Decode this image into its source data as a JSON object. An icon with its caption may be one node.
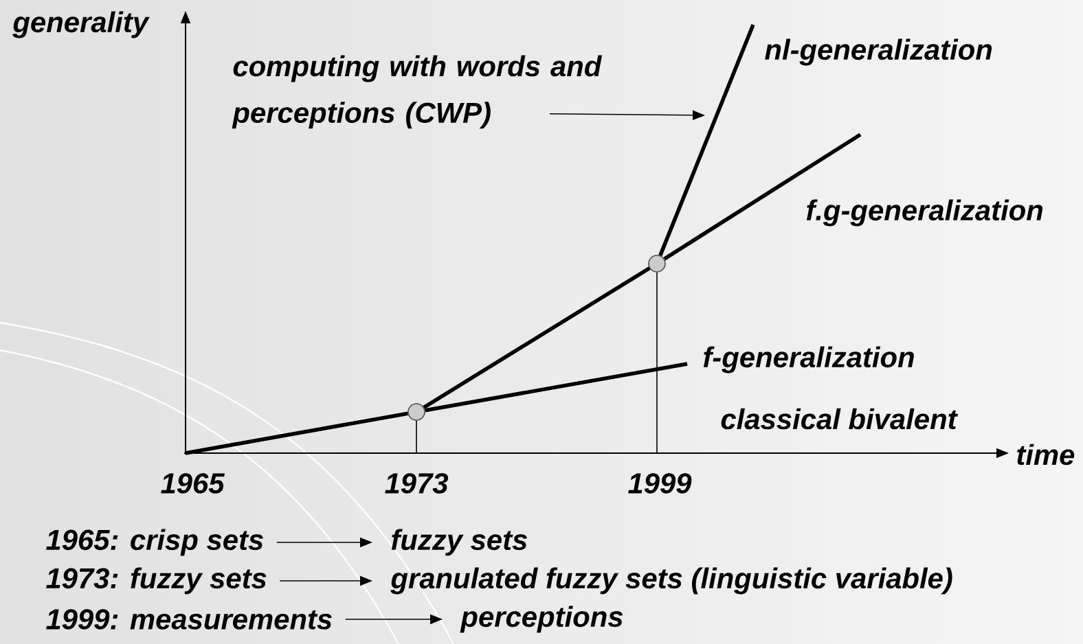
{
  "diagram": {
    "nodes": [
      {
        "text": [],
        "shape": "circle"
      },
      {
        "text": [],
        "shape": "circle"
      },
      {
        "text": [
          "computing with words and perceptions (CWP)"
        ]
      },
      {
        "text": [
          "1965: crisp sets"
        ]
      },
      {
        "text": [
          "fuzzy sets"
        ]
      },
      {
        "text": [
          "1973: fuzzy sets"
        ]
      },
      {
        "text": [
          "granulated fuzzy sets (linguistic variable)"
        ]
      },
      {
        "text": [
          "1999: measurements"
        ]
      },
      {
        "text": [
          "perceptions"
        ]
      }
    ],
    "edges": [
      {
        "from": null,
        "to": 0,
        "arrow": "none",
        "style": "thick"
      },
      {
        "from": 0,
        "to": 1,
        "arrow": "none",
        "style": "thick"
      },
      {
        "from": 1,
        "to": null,
        "arrow": "none",
        "style": "thick"
      },
      {
        "from": 1,
        "to": null,
        "arrow": "none",
        "style": "thick"
      },
      {
        "from": 0,
        "to": null,
        "arrow": "none",
        "style": "thick"
      },
      {
        "from": 0,
        "to": null,
        "arrow": "none"
      },
      {
        "from": 1,
        "to": null,
        "arrow": "none"
      },
      {
        "from": 2,
        "to": null,
        "arrow": "to"
      },
      {
        "from": 3,
        "to": 4,
        "arrow": "to"
      },
      {
        "from": 5,
        "to": 6,
        "arrow": "to"
      },
      {
        "from": 7,
        "to": 8,
        "arrow": "to"
      }
    ],
    "labels": [
      "generality",
      "nl-generalization",
      "f.g-generalization",
      "f-generalization",
      "classical bivalent",
      "time",
      "1965",
      "1973",
      "1999"
    ]
  }
}
